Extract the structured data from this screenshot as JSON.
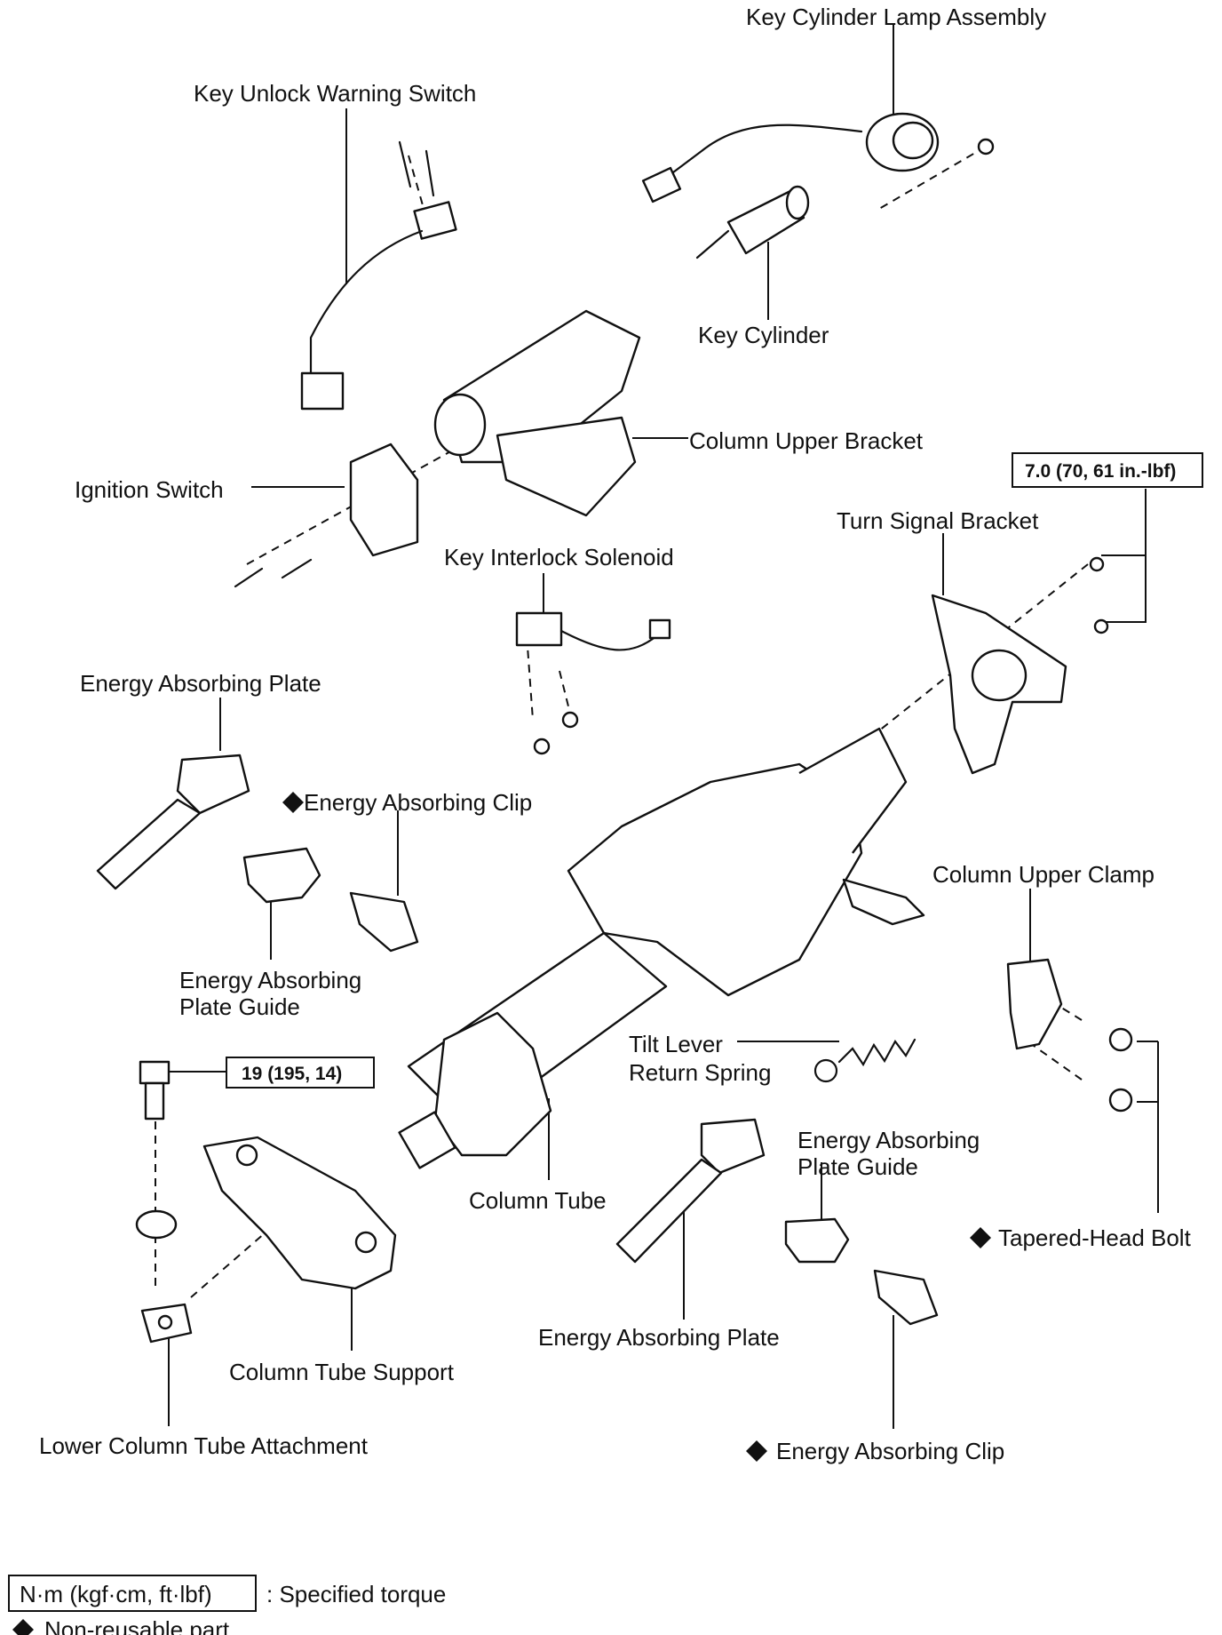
{
  "labels": {
    "key_cylinder_lamp_assembly": "Key Cylinder Lamp Assembly",
    "key_unlock_warning_switch": "Key Unlock Warning Switch",
    "key_cylinder": "Key Cylinder",
    "column_upper_bracket": "Column Upper Bracket",
    "ignition_switch": "Ignition Switch",
    "key_interlock_solenoid": "Key Interlock Solenoid",
    "turn_signal_bracket": "Turn Signal Bracket",
    "energy_absorbing_plate_1": "Energy Absorbing Plate",
    "energy_absorbing_clip_1": "Energy Absorbing Clip",
    "energy_absorbing_plate_guide_1_line1": "Energy Absorbing",
    "energy_absorbing_plate_guide_1_line2": "Plate Guide",
    "column_upper_clamp": "Column Upper Clamp",
    "tilt_lever_return_spring_line1": "Tilt Lever",
    "tilt_lever_return_spring_line2": "Return Spring",
    "energy_absorbing_plate_guide_2_line1": "Energy Absorbing",
    "energy_absorbing_plate_guide_2_line2": "Plate Guide",
    "column_tube": "Column Tube",
    "tapered_head_bolt": "Tapered-Head Bolt",
    "energy_absorbing_plate_2": "Energy Absorbing Plate",
    "column_tube_support": "Column Tube Support",
    "lower_column_tube_attachment": "Lower Column Tube Attachment",
    "energy_absorbing_clip_2": "Energy Absorbing Clip"
  },
  "torque_specs": {
    "turn_signal_bracket_bolts": "7.0 (70, 61 in.-lbf)",
    "lower_attachment_bolt": "19 (195, 14)"
  },
  "legend": {
    "torque_unit_box": "N·m (kgf·cm, ft·lbf)",
    "torque_desc": ": Specified torque",
    "nonreusable_desc": "Non-reusable part"
  }
}
